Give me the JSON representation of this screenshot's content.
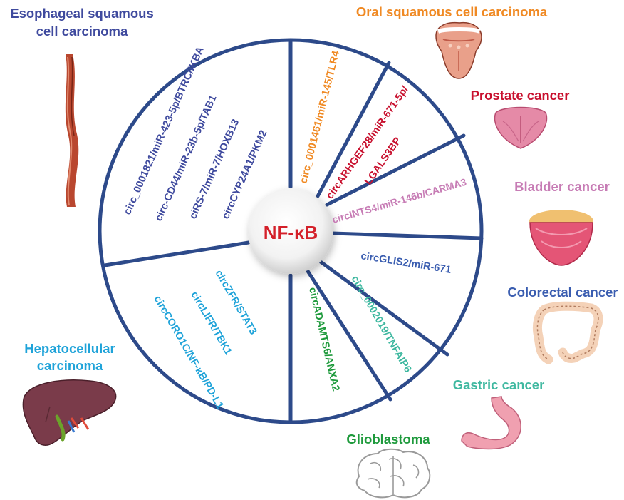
{
  "center": {
    "label": "NF-κB",
    "color": "#d4202a"
  },
  "ring_color": "#2d4a8a",
  "cancers": [
    {
      "id": "esophageal",
      "line1": "Esophageal squamous",
      "line2": "cell carcinoma",
      "color": "#3f4a9e",
      "icon": "esophagus-icon"
    },
    {
      "id": "oral",
      "line1": "Oral squamous cell carcinoma",
      "line2": "",
      "color": "#f08a24",
      "icon": "tongue-icon"
    },
    {
      "id": "prostate",
      "line1": "Prostate cancer",
      "line2": "",
      "color": "#c8102e",
      "icon": "prostate-icon"
    },
    {
      "id": "bladder",
      "line1": "Bladder cancer",
      "line2": "",
      "color": "#c77cb5",
      "icon": "bladder-icon"
    },
    {
      "id": "colorectal",
      "line1": "Colorectal cancer",
      "line2": "",
      "color": "#3a5db0",
      "icon": "colon-icon"
    },
    {
      "id": "gastric",
      "line1": "Gastric cancer",
      "line2": "",
      "color": "#3fb8a0",
      "icon": "stomach-icon"
    },
    {
      "id": "glioblastoma",
      "line1": "Glioblastoma",
      "line2": "",
      "color": "#1e9a3c",
      "icon": "brain-icon"
    },
    {
      "id": "hepatocellular",
      "line1": "Hepatocellular",
      "line2": "carcinoma",
      "color": "#1fa3d9",
      "icon": "liver-icon"
    }
  ],
  "axes": {
    "esophageal": [
      "circ_0001821/miR-423-5p/BTRC/IKBA",
      "circ-CD44/miR-23b-5p/TAB1",
      "ciRS-7/miR-7/HOXB13",
      "circCYP24A1/PKM2"
    ],
    "oral": [
      "circ_0001461/miR-145/TLR4"
    ],
    "prostate": [
      "circARHGEF28/miR-671-5p/",
      "LGALS3BP"
    ],
    "bladder": [
      "circINTS4/miR-146b/CARMA3"
    ],
    "colorectal": [
      "circGLIS2/miR-671"
    ],
    "gastric": [
      "circ_0002019/TNFAIP6"
    ],
    "glioblastoma": [
      "circADAMTS6/ANXA2"
    ],
    "hepatocellular": [
      "circZFR/STAT3",
      "circLIFR/TBK1",
      "circCORO1C/NF-κB/PD-L1"
    ]
  }
}
